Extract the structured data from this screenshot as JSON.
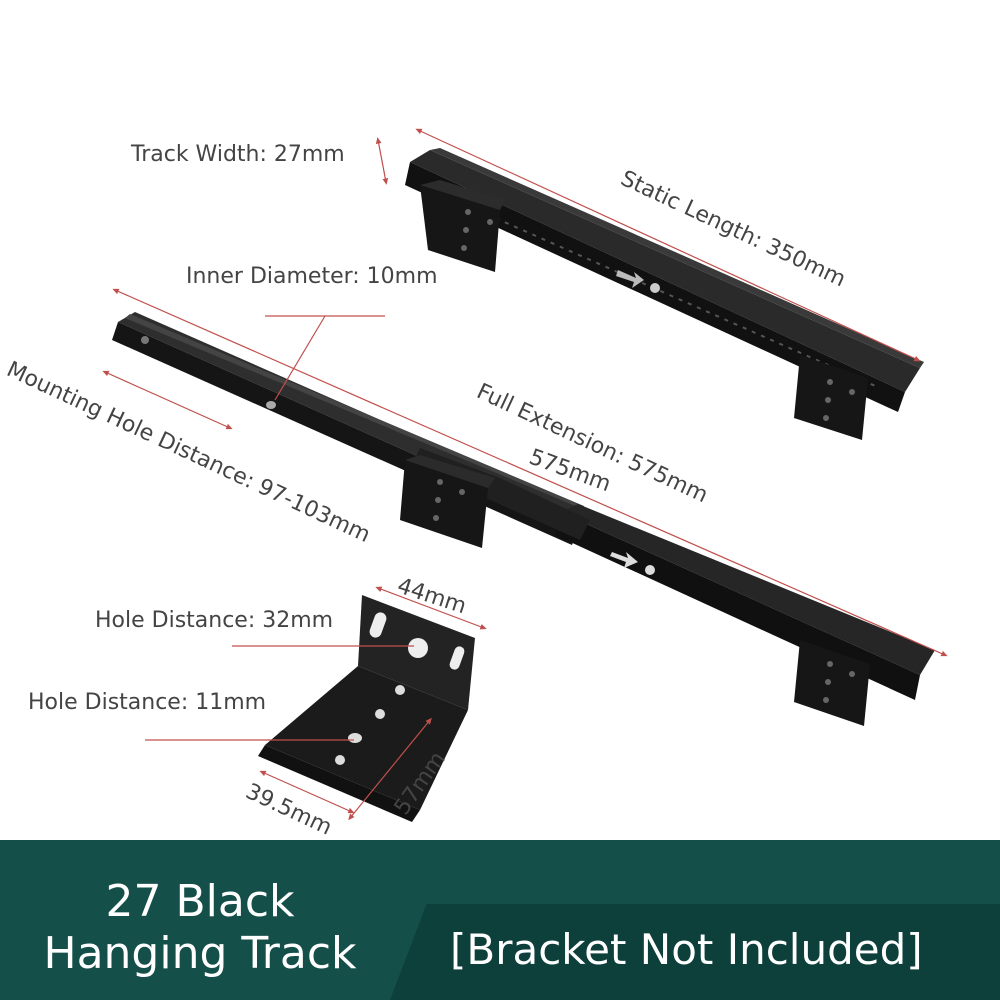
{
  "annotations": {
    "track_width": "Track Width: 27mm",
    "static_length": "Static Length: 350mm",
    "inner_diameter": "Inner Diameter: 10mm",
    "mounting_hole_distance": "Mounting Hole Distance: 97-103mm",
    "full_extension": "Full Extension: 575mm",
    "full_extension_value": "575mm",
    "bracket_width": "44mm",
    "hole_distance_32": "Hole Distance: 32mm",
    "hole_distance_11": "Hole Distance: 11mm",
    "bracket_depth": "39.5mm",
    "bracket_height": "57mm"
  },
  "banner": {
    "title_line1": "27 Black",
    "title_line2": "Hanging Track",
    "note": "[Bracket Not Included]"
  },
  "colors": {
    "banner_left": "#154f4a",
    "banner_right": "#0d3f3b",
    "dimension_line": "#c0504d",
    "metal": "#1a1a1a"
  }
}
